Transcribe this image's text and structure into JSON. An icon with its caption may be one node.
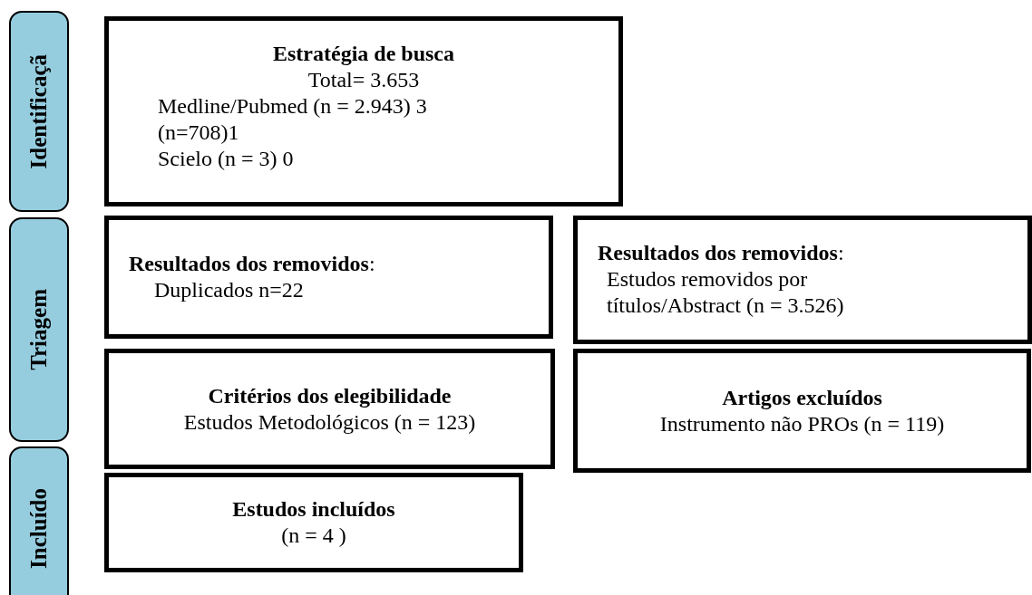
{
  "diagram": {
    "nodes": [
      {
        "text": [
          "Identificaçã"
        ]
      },
      {
        "text": [
          "Estratégia de busca",
          "Total= 3.653",
          "Medline/Pubmed (n = 2.943) 3",
          "(n=708)1",
          "Scielo (n = 3) 0"
        ]
      },
      {
        "text": [
          "Triagem"
        ]
      },
      {
        "text": [
          "**Resultados dos removidos**:",
          "Duplicados n=22"
        ]
      },
      {
        "text": [
          "**Resultados dos removidos**:",
          "Estudos removidos por títulos/Abstract (n = 3.526)"
        ]
      },
      {
        "text": [
          "Critérios dos elegibilidade",
          "Estudos Metodológicos (n = 123)"
        ]
      },
      {
        "text": [
          "Artigos excluídos",
          "Instrumento não PROs (n = 119)"
        ]
      },
      {
        "text": [
          "Incluído"
        ]
      },
      {
        "text": [
          "Estudos incluídos",
          "(n = 4 )"
        ]
      }
    ]
  }
}
